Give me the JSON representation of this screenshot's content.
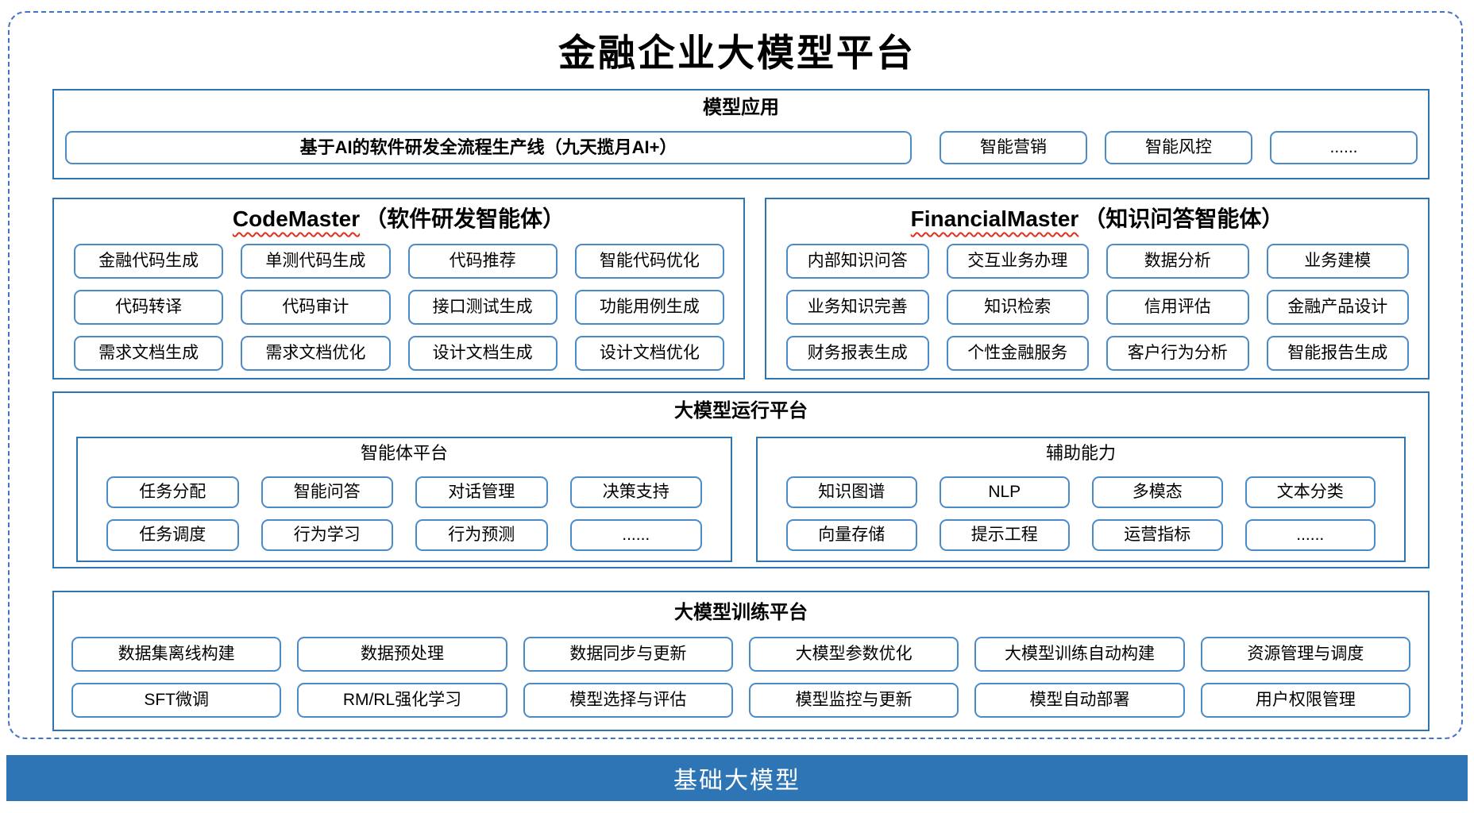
{
  "page": {
    "title": "金融企业大模型平台",
    "base_model_bar": "基础大模型"
  },
  "colors": {
    "section_border": "#2E75B6",
    "item_border": "#4A8BC8",
    "dashed_frame": "#4472C4",
    "wavy_underline": "#E0301E",
    "base_bar_bg": "#2E75B6",
    "base_bar_text": "#FFFFFF"
  },
  "sections": {
    "model_app": {
      "title": "模型应用",
      "main_item": "基于AI的软件研发全流程生产线（九天揽月AI+）",
      "items": [
        "智能营销",
        "智能风控",
        "......"
      ]
    },
    "code_master": {
      "title_en": "CodeMaster",
      "title_zh": "（软件研发智能体）",
      "items": [
        "金融代码生成",
        "单测代码生成",
        "代码推荐",
        "智能代码优化",
        "代码转译",
        "代码审计",
        "接口测试生成",
        "功能用例生成",
        "需求文档生成",
        "需求文档优化",
        "设计文档生成",
        "设计文档优化"
      ]
    },
    "financial_master": {
      "title_en": "FinancialMaster",
      "title_zh": "（知识问答智能体）",
      "items": [
        "内部知识问答",
        "交互业务办理",
        "数据分析",
        "业务建模",
        "业务知识完善",
        "知识检索",
        "信用评估",
        "金融产品设计",
        "财务报表生成",
        "个性金融服务",
        "客户行为分析",
        "智能报告生成"
      ]
    },
    "runtime": {
      "title": "大模型运行平台",
      "agent_platform": {
        "title": "智能体平台",
        "items": [
          "任务分配",
          "智能问答",
          "对话管理",
          "决策支持",
          "任务调度",
          "行为学习",
          "行为预测",
          "......"
        ]
      },
      "aux_ability": {
        "title": "辅助能力",
        "items": [
          "知识图谱",
          "NLP",
          "多模态",
          "文本分类",
          "向量存储",
          "提示工程",
          "运营指标",
          "......"
        ]
      }
    },
    "training": {
      "title": "大模型训练平台",
      "items": [
        "数据集离线构建",
        "数据预处理",
        "数据同步与更新",
        "大模型参数优化",
        "大模型训练自动构建",
        "资源管理与调度",
        "SFT微调",
        "RM/RL强化学习",
        "模型选择与评估",
        "模型监控与更新",
        "模型自动部署",
        "用户权限管理"
      ]
    }
  }
}
